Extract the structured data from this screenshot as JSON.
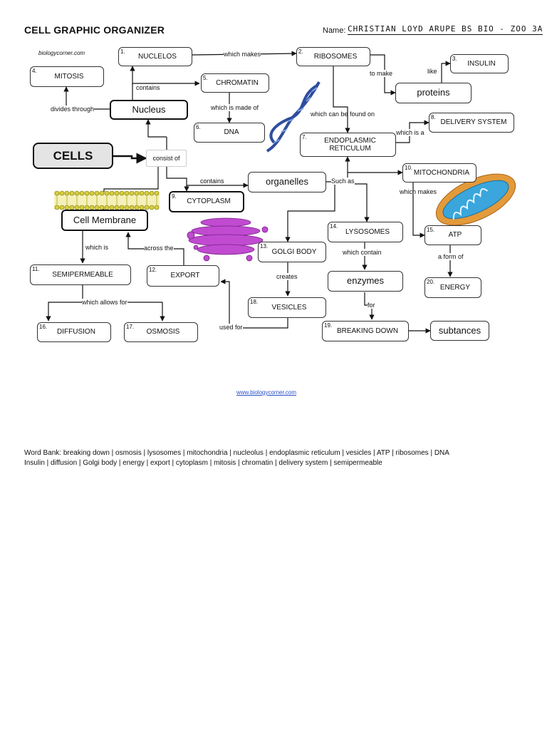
{
  "header": {
    "title": "CELL GRAPHIC ORGANIZER",
    "name_label": "Name:",
    "name_value": "CHRISTIAN LOYD ARUPE BS BIO - ZOO 3A",
    "credit": "biologycorner.com"
  },
  "nodes": {
    "nucleolus": {
      "num": "1.",
      "label": "NUCLELOS"
    },
    "ribosomes": {
      "num": "2.",
      "label": "RIBOSOMES"
    },
    "insulin": {
      "num": "3.",
      "label": "INSULIN"
    },
    "mitosis": {
      "num": "4.",
      "label": "MITOSIS"
    },
    "chromatin": {
      "num": "5.",
      "label": "CHROMATIN"
    },
    "dna": {
      "num": "6.",
      "label": "DNA"
    },
    "er": {
      "num": "7.",
      "label": "ENDOPLASMIC RETICULUM"
    },
    "delivery": {
      "num": "8.",
      "label": "DELIVERY SYSTEM"
    },
    "cytoplasm": {
      "num": "9.",
      "label": "CYTOPLASM"
    },
    "mitochondria": {
      "num": "10.",
      "label": "MITOCHONDRIA"
    },
    "semipermeable": {
      "num": "11.",
      "label": "SEMIPERMEABLE"
    },
    "export": {
      "num": "12.",
      "label": "EXPORT"
    },
    "golgi": {
      "num": "13.",
      "label": "GOLGI BODY"
    },
    "lysosomes": {
      "num": "14.",
      "label": "LYSOSOMES"
    },
    "atp": {
      "num": "15.",
      "label": "ATP"
    },
    "diffusion": {
      "num": "16.",
      "label": "DIFFUSION"
    },
    "osmosis": {
      "num": "17.",
      "label": "OSMOSIS"
    },
    "vesicles": {
      "num": "18.",
      "label": "VESICLES"
    },
    "breaking": {
      "num": "19.",
      "label": "BREAKING DOWN"
    },
    "energy": {
      "num": "20.",
      "label": "ENERGY"
    },
    "cells": {
      "label": "CELLS"
    },
    "nucleus": {
      "label": "Nucleus"
    },
    "cell_membrane": {
      "label": "Cell Membrane"
    },
    "organelles": {
      "label": "organelles"
    },
    "proteins": {
      "label": "proteins"
    },
    "enzymes": {
      "label": "enzymes"
    },
    "subtances": {
      "label": "subtances"
    },
    "consist_of": {
      "label": "consist of"
    }
  },
  "connectors": {
    "which_makes_1": "which makes",
    "to_make": "to make",
    "like": "like",
    "contains_1": "contains",
    "divides_through": "divides through",
    "which_is_made_of": "which is made of",
    "which_can_be_found_on": "which can be found on",
    "which_is_a": "which is a",
    "contains_2": "contains",
    "such_as": "Such as",
    "which_makes_2": "which makes",
    "which_is": "which is",
    "across_the": "across the",
    "which_contain": "which contain",
    "a_form_of": "a form of",
    "creates": "creates",
    "which_allows_for": "which allows for",
    "for": "for",
    "used_for": "used for"
  },
  "footer": {
    "link": "www.biologycorner.com",
    "wordbank_line1": "Word Bank:  breaking down  |  osmosis  |  lysosomes |  mitochondria  |  nucleolus |  endoplasmic reticulum | vesicles |  ATP   |  ribosomes | DNA",
    "wordbank_line2": "Insulin  |  diffusion |  Golgi body  |  energy |  export  |   cytoplasm | mitosis | chromatin |  delivery system | semipermeable"
  },
  "colors": {
    "dna_helix": "#2e4d9e",
    "golgi": "#c04bd0",
    "mitochondria_outer": "#e39a3a",
    "mitochondria_inner": "#3aa6dc",
    "membrane": "#d8d040",
    "cells_fill": "#e4e4e4"
  }
}
